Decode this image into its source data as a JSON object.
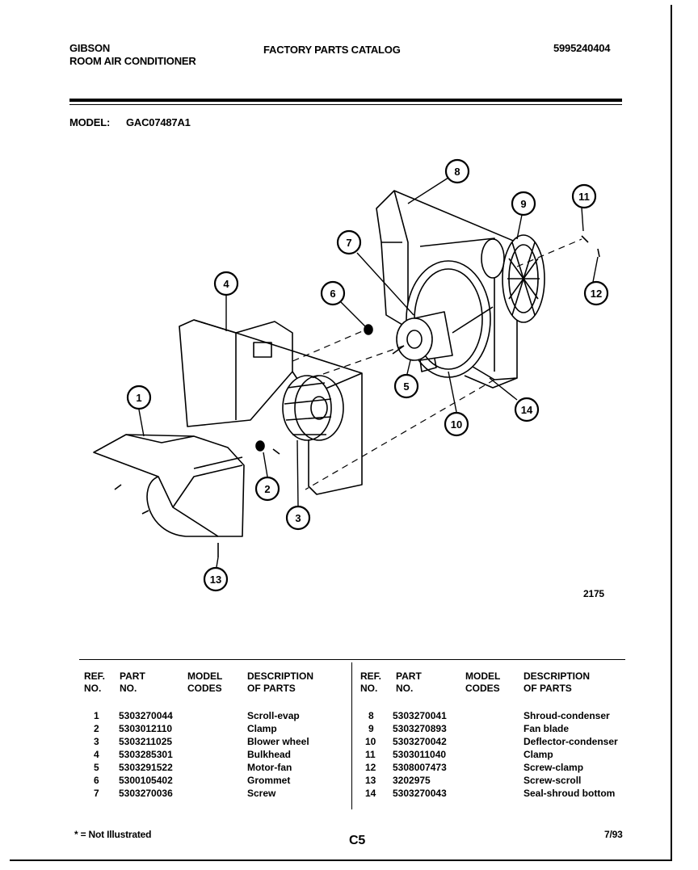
{
  "header": {
    "brand": "GIBSON",
    "product": "ROOM AIR CONDITIONER",
    "catalog_title": "FACTORY PARTS CATALOG",
    "catalog_number": "5995240404",
    "model_label": "MODEL:",
    "model_value": "GAC07487A1"
  },
  "diagram": {
    "figure_number": "2175",
    "callouts": [
      "1",
      "2",
      "3",
      "4",
      "5",
      "6",
      "7",
      "8",
      "9",
      "10",
      "11",
      "12",
      "13",
      "14"
    ]
  },
  "table": {
    "headers": {
      "ref_no": [
        "REF.",
        "NO."
      ],
      "part_no": [
        "PART",
        "NO."
      ],
      "model_codes": [
        "MODEL",
        "CODES"
      ],
      "description": [
        "DESCRIPTION",
        "OF PARTS"
      ]
    },
    "left_rows": [
      {
        "ref": "1",
        "part": "5303270044",
        "desc": "Scroll-evap"
      },
      {
        "ref": "2",
        "part": "5303012110",
        "desc": "Clamp"
      },
      {
        "ref": "3",
        "part": "5303211025",
        "desc": "Blower wheel"
      },
      {
        "ref": "4",
        "part": "5303285301",
        "desc": "Bulkhead"
      },
      {
        "ref": "5",
        "part": "5303291522",
        "desc": "Motor-fan"
      },
      {
        "ref": "6",
        "part": "5300105402",
        "desc": "Grommet"
      },
      {
        "ref": "7",
        "part": "5303270036",
        "desc": "Screw"
      }
    ],
    "right_rows": [
      {
        "ref": "8",
        "part": "5303270041",
        "desc": "Shroud-condenser"
      },
      {
        "ref": "9",
        "part": "5303270893",
        "desc": "Fan blade"
      },
      {
        "ref": "10",
        "part": "5303270042",
        "desc": "Deflector-condenser"
      },
      {
        "ref": "11",
        "part": "5303011040",
        "desc": "Clamp"
      },
      {
        "ref": "12",
        "part": "5308007473",
        "desc": "Screw-clamp"
      },
      {
        "ref": "13",
        "part": "3202975",
        "desc": "Screw-scroll"
      },
      {
        "ref": "14",
        "part": "5303270043",
        "desc": "Seal-shroud bottom"
      }
    ]
  },
  "footer": {
    "note": "* = Not Illustrated",
    "page_code": "C5",
    "date": "7/93"
  }
}
